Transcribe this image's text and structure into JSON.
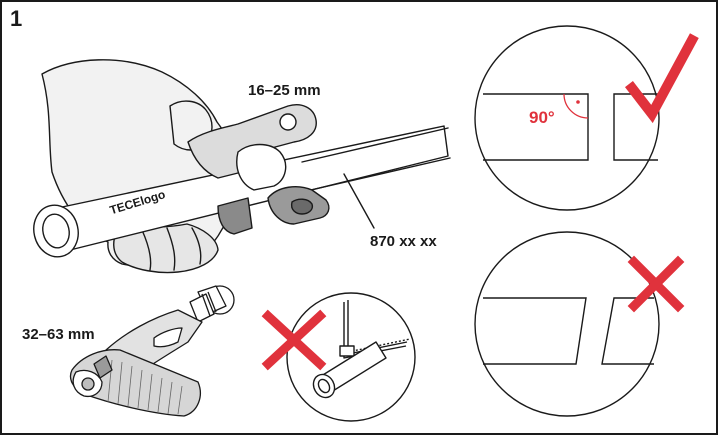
{
  "step": {
    "number": "1"
  },
  "labels": {
    "cutter_small_range": "16–25 mm",
    "cutter_large_range": "32–63 mm",
    "article_number": "870 xx xx",
    "right_angle": "90°",
    "pipe_brand": "TECElogo"
  },
  "icons": {
    "correct": "checkmark-icon",
    "incorrect": "cross-icon"
  },
  "colors": {
    "accent_red": "#e0323c",
    "line": "#1a1a1a",
    "glove_fill": "#efefef",
    "tool_fill": "#d4d4d4",
    "tool_dark": "#8a8a8a"
  }
}
